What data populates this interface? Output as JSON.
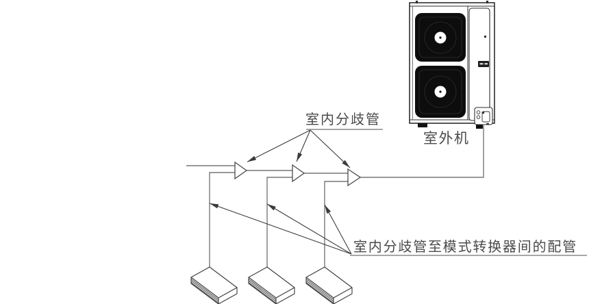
{
  "diagram": {
    "title": "vrf-refrigerant-piping-schematic",
    "callouts": {
      "indoor_branch": {
        "label": "室内分歧管",
        "arrow_count": 3
      },
      "branch_to_converter": {
        "label": "室内分歧管至模式转换器间的配管",
        "arrow_count": 3
      }
    },
    "outdoor_unit": {
      "label": "室外机",
      "fan_count": 2
    },
    "counts": {
      "branch_triangles": 3,
      "indoor_units": 3,
      "vertical_risers": 3
    },
    "colors": {
      "background": "#ffffff",
      "pipe": "#777777",
      "outline": "#2e2e2e",
      "arrow": "#3a3a3a",
      "fan_grille": "#0d0d0d",
      "text": "#4a4a4a"
    }
  }
}
